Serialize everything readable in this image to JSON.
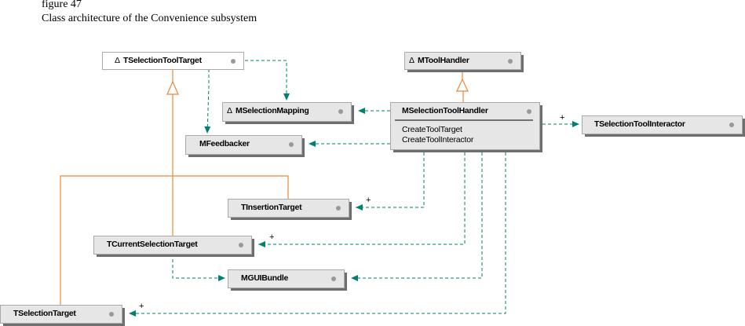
{
  "figure": {
    "number": "figure 47",
    "title": "Class architecture of the Convenience subsystem"
  },
  "colors": {
    "box_fill": "#e6e6e6",
    "box_border": "#aaaaaa",
    "shadow": "#6e6e6e",
    "dependency": "#00806e",
    "inheritance": "#e8883a",
    "dot": "#999999"
  },
  "classes": [
    {
      "id": "TSelectionToolTarget",
      "label": "TSelectionToolTarget",
      "abstract": true,
      "shadow": false
    },
    {
      "id": "MToolHandler",
      "label": "MToolHandler",
      "abstract": true,
      "shadow": true
    },
    {
      "id": "MSelectionMapping",
      "label": "MSelectionMapping",
      "abstract": true,
      "shadow": true
    },
    {
      "id": "MFeedbacker",
      "label": "MFeedbacker",
      "abstract": false,
      "shadow": true
    },
    {
      "id": "MSelectionToolHandler",
      "label": "MSelectionToolHandler",
      "abstract": false,
      "shadow": true,
      "operations": [
        "CreateToolTarget",
        "CreateToolInteractor"
      ]
    },
    {
      "id": "TSelectionToolInteractor",
      "label": "TSelectionToolInteractor",
      "abstract": false,
      "shadow": true
    },
    {
      "id": "TInsertionTarget",
      "label": "TInsertionTarget",
      "abstract": false,
      "shadow": true
    },
    {
      "id": "TCurrentSelectionTarget",
      "label": "TCurrentSelectionTarget",
      "abstract": false,
      "shadow": true
    },
    {
      "id": "MGUIBundle",
      "label": "MGUIBundle",
      "abstract": false,
      "shadow": true
    },
    {
      "id": "TSelectionTarget",
      "label": "TSelectionTarget",
      "abstract": false,
      "shadow": true
    }
  ],
  "relations": {
    "inheritance": [
      {
        "parent": "TSelectionToolTarget",
        "children": [
          "TInsertionTarget",
          "TCurrentSelectionTarget",
          "TSelectionTarget"
        ]
      },
      {
        "parent": "MToolHandler",
        "children": [
          "MSelectionToolHandler"
        ]
      }
    ],
    "dependencies": [
      {
        "from": "TSelectionToolTarget",
        "to": "MSelectionMapping",
        "multiplicity": ""
      },
      {
        "from": "TSelectionToolTarget",
        "to": "MFeedbacker",
        "multiplicity": ""
      },
      {
        "from": "MSelectionToolHandler",
        "to": "MSelectionMapping",
        "multiplicity": ""
      },
      {
        "from": "MSelectionToolHandler",
        "to": "MFeedbacker",
        "multiplicity": ""
      },
      {
        "from": "MSelectionToolHandler",
        "to": "TSelectionToolInteractor",
        "multiplicity": "+"
      },
      {
        "from": "MSelectionToolHandler",
        "to": "TInsertionTarget",
        "multiplicity": "+"
      },
      {
        "from": "MSelectionToolHandler",
        "to": "TCurrentSelectionTarget",
        "multiplicity": "+"
      },
      {
        "from": "MSelectionToolHandler",
        "to": "MGUIBundle",
        "multiplicity": ""
      },
      {
        "from": "MSelectionToolHandler",
        "to": "TSelectionTarget",
        "multiplicity": "+"
      },
      {
        "from": "TCurrentSelectionTarget",
        "to": "MGUIBundle",
        "multiplicity": ""
      }
    ]
  }
}
